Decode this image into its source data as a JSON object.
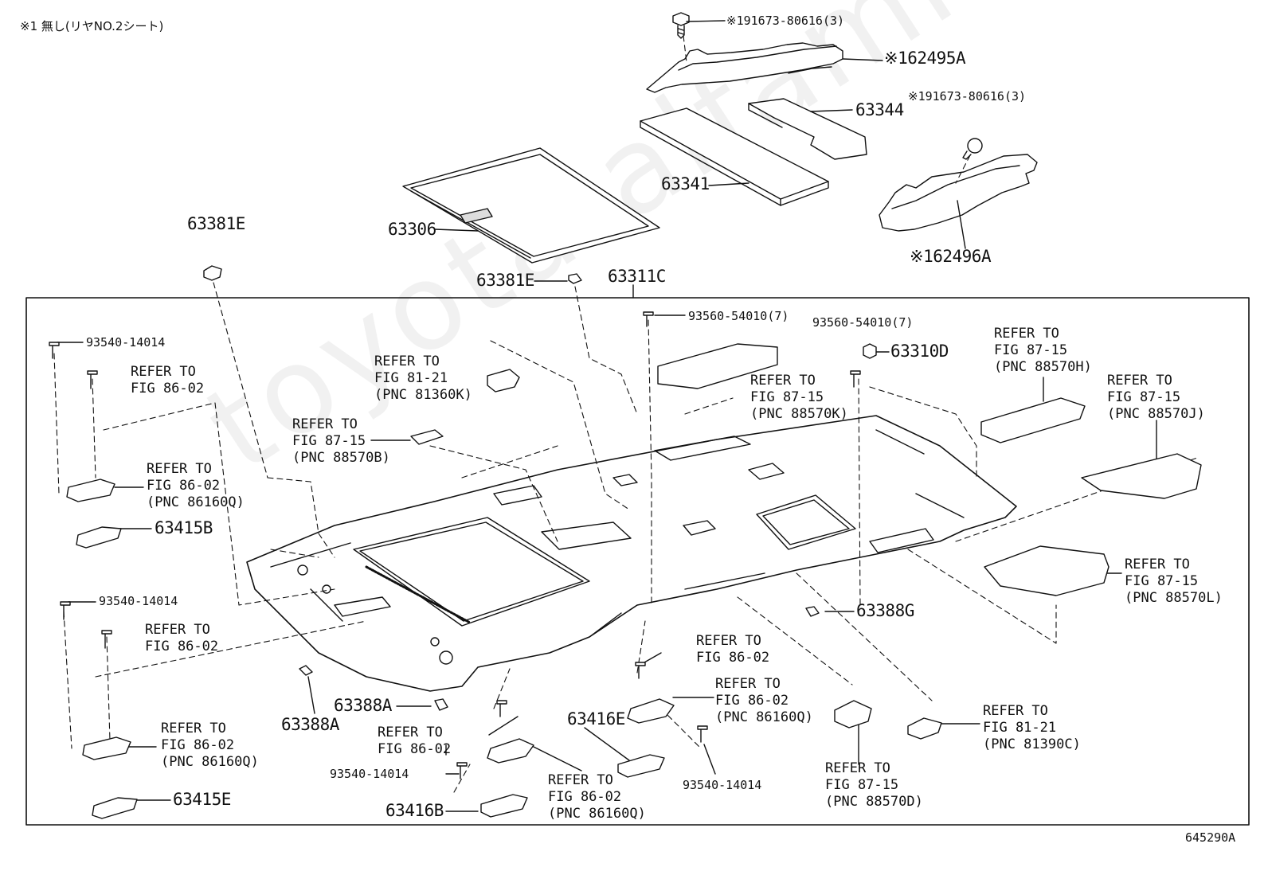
{
  "note": "※1 無し(リヤNO.2シート)",
  "figure_code": "645290A",
  "watermark": "toyota-alfamine.ru",
  "labels": {
    "p_191673_a": "※191673-80616(3)",
    "p_62495A": "※162495A",
    "p_191673_b": "※191673-80616(3)",
    "p_63344": "63344",
    "p_63341": "63341",
    "p_62496A": "※162496A",
    "p_63306": "63306",
    "p_63381E_left": "63381E",
    "p_63381E_mid": "63381E",
    "p_63311C": "63311C",
    "p_93560_a": "93560-54010(7)",
    "p_93560_b": "93560-54010(7)",
    "p_63310D": "63310D",
    "p_93540_a": "93540-14014",
    "p_93540_b": "93540-14014",
    "p_93540_c": "93540-14014",
    "p_93540_d": "93540-14014",
    "p_63415B": "63415B",
    "p_63415E": "63415E",
    "p_63388A_a": "63388A",
    "p_63388A_b": "63388A",
    "p_63416E": "63416E",
    "p_63416B": "63416B",
    "p_63388G": "63388G"
  },
  "refs": {
    "r1": "REFER TO\nFIG 86-02",
    "r2": "REFER TO\nFIG 86-02\n(PNC 86160Q)",
    "r3": "REFER TO\nFIG 87-15\n(PNC 88570B)",
    "r4": "REFER TO\nFIG 81-21\n(PNC 81360K)",
    "r5": "REFER TO\nFIG 87-15\n(PNC 88570K)",
    "r6": "REFER TO\nFIG 87-15\n(PNC 88570H)",
    "r7": "REFER TO\nFIG 87-15\n(PNC 88570J)",
    "r8": "REFER TO\nFIG 87-15\n(PNC 88570L)",
    "r9": "REFER TO\nFIG 86-02",
    "r10": "REFER TO\nFIG 86-02\n(PNC 86160Q)",
    "r11": "REFER TO\nFIG 86-02",
    "r12": "REFER TO\nFIG 86-02",
    "r13": "REFER TO\nFIG 86-02\n(PNC 86160Q)",
    "r14": "REFER TO\nFIG 86-02\n(PNC 86160Q)",
    "r15": "REFER TO\nFIG 87-15\n(PNC 88570D)",
    "r16": "REFER TO\nFIG 81-21\n(PNC 81390C)"
  }
}
